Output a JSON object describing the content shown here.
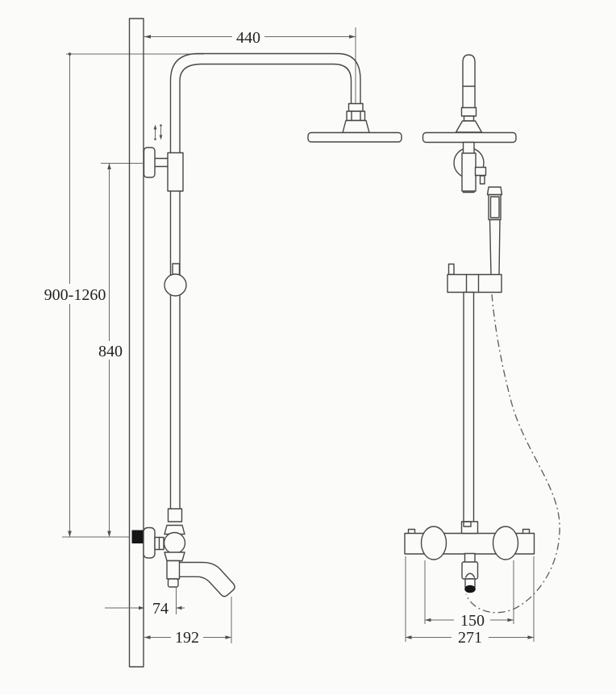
{
  "dimensions": {
    "shower_arm_reach": {
      "label": "440"
    },
    "riser_height_range": {
      "label": "900-1260"
    },
    "bracket_height": {
      "label": "840"
    },
    "spout_wall_offset": {
      "label": "74"
    },
    "spout_reach": {
      "label": "192"
    },
    "inlet_spacing": {
      "label": "150"
    },
    "mixer_width": {
      "label": "271"
    }
  },
  "icons": {
    "height_adjust_arrows": "↑↓"
  },
  "colors": {
    "line": "#474747",
    "dimension_line": "#6a6a6a",
    "label_text": "#232323",
    "background": "#fbfbfa",
    "solid_fill": "#161616"
  }
}
